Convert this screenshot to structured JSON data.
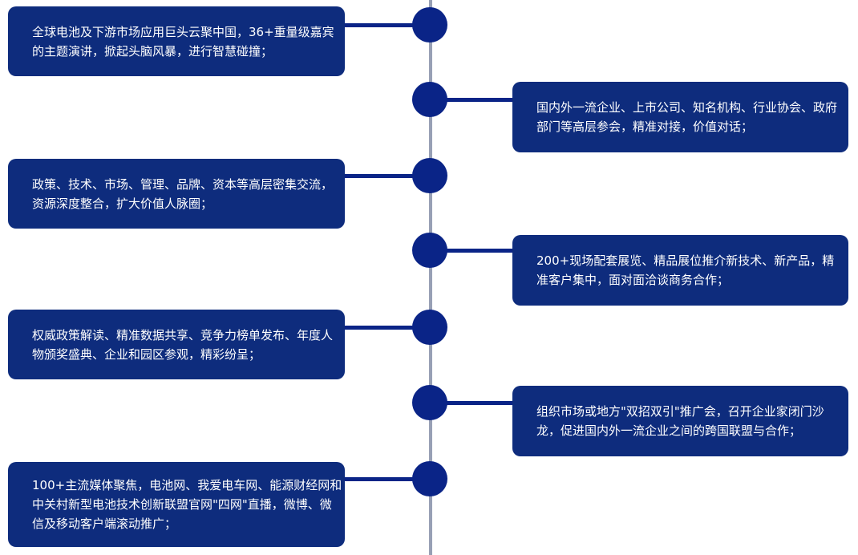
{
  "colors": {
    "card_background": "#0e2c7d",
    "node_fill": "#0a2487",
    "connector": "#0a2487",
    "axis_line": "#98a0b5",
    "text": "#ffffff",
    "page_background": "#ffffff"
  },
  "timeline": {
    "items": [
      {
        "side": "left",
        "lines": [
          "全球电池及下游市场应用巨头云聚中国，36+重量级嘉宾",
          "的主题演讲，掀起头脑风暴，进行智慧碰撞；"
        ]
      },
      {
        "side": "right",
        "lines": [
          "国内外一流企业、上市公司、知名机构、行业协会、政府",
          "部门等高层参会，精准对接，价值对话；"
        ]
      },
      {
        "side": "left",
        "lines": [
          "政策、技术、市场、管理、品牌、资本等高层密集交流，",
          "资源深度整合，扩大价值人脉圈；"
        ]
      },
      {
        "side": "right",
        "lines": [
          "200+现场配套展览、精品展位推介新技术、新产品，精",
          "准客户集中，面对面洽谈商务合作；"
        ]
      },
      {
        "side": "left",
        "lines": [
          "权威政策解读、精准数据共享、竞争力榜单发布、年度人",
          "物颁奖盛典、企业和园区参观，精彩纷呈；"
        ]
      },
      {
        "side": "right",
        "lines": [
          "组织市场或地方\"双招双引\"推广会，召开企业家闭门沙",
          "龙，促进国内外一流企业之间的跨国联盟与合作；"
        ]
      },
      {
        "side": "left",
        "lines": [
          "100+主流媒体聚焦，电池网、我爱电车网、能源财经网和",
          "中关村新型电池技术创新联盟官网\"四网\"直播，微博、微",
          "信及移动客户端滚动推广；"
        ]
      }
    ]
  }
}
